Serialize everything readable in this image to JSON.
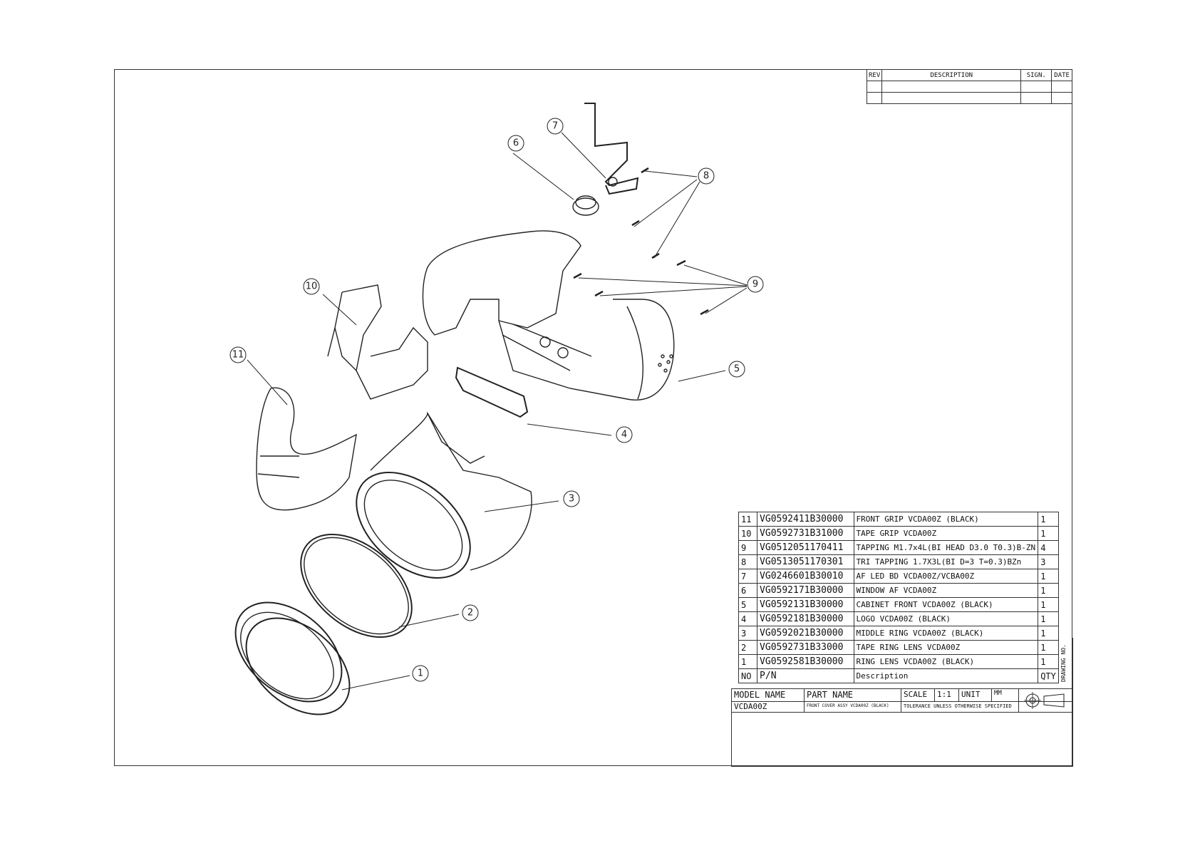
{
  "revision_table": {
    "headers": [
      "REV",
      "DESCRIPTION",
      "SIGN.",
      "DATE"
    ]
  },
  "callouts": [
    "1",
    "2",
    "3",
    "4",
    "5",
    "6",
    "7",
    "8",
    "9",
    "10",
    "11"
  ],
  "bom": {
    "rows": [
      {
        "no": "11",
        "pn": "VG0592411B30000",
        "desc": "FRONT GRIP VCDA00Z (BLACK)",
        "qty": "1"
      },
      {
        "no": "10",
        "pn": "VG0592731B31000",
        "desc": "TAPE GRIP VCDA00Z",
        "qty": "1"
      },
      {
        "no": "9",
        "pn": "VG0512051170411",
        "desc": "TAPPING M1.7x4L(BI HEAD D3.0 T0.3)B-ZN",
        "qty": "4"
      },
      {
        "no": "8",
        "pn": "VG0513051170301",
        "desc": "TRI TAPPING 1.7X3L(BI D=3 T=0.3)BZn",
        "qty": "3"
      },
      {
        "no": "7",
        "pn": "VG0246601B30010",
        "desc": "AF LED BD VCDA00Z/VCBA00Z",
        "qty": "1"
      },
      {
        "no": "6",
        "pn": "VG0592171B30000",
        "desc": "WINDOW AF VCDA00Z",
        "qty": "1"
      },
      {
        "no": "5",
        "pn": "VG0592131B30000",
        "desc": "CABINET FRONT VCDA00Z (BLACK)",
        "qty": "1"
      },
      {
        "no": "4",
        "pn": "VG0592181B30000",
        "desc": "LOGO VCDA00Z (BLACK)",
        "qty": "1"
      },
      {
        "no": "3",
        "pn": "VG0592021B30000",
        "desc": "MIDDLE RING VCDA00Z (BLACK)",
        "qty": "1"
      },
      {
        "no": "2",
        "pn": "VG0592731B33000",
        "desc": "TAPE RING LENS VCDA00Z",
        "qty": "1"
      },
      {
        "no": "1",
        "pn": "VG0592581B30000",
        "desc": "RING LENS VCDA00Z (BLACK)",
        "qty": "1"
      }
    ],
    "header": {
      "no": "NO",
      "pn": "P/N",
      "desc": "Description",
      "qty": "QTY"
    }
  },
  "title_block": {
    "model_name_label": "MODEL NAME",
    "model_name": "VCDA00Z",
    "part_name_label": "PART NAME",
    "part_name": "FRONT COVER ASSY VCDA00Z (BLACK)",
    "scale_label": "SCALE",
    "scale": "1:1",
    "unit_label": "UNIT",
    "unit": "MM",
    "tolerance": "TOLERANCE UNLESS OTHERWISE SPECIFIED",
    "drawing_no_label": "DRAWING NO."
  }
}
